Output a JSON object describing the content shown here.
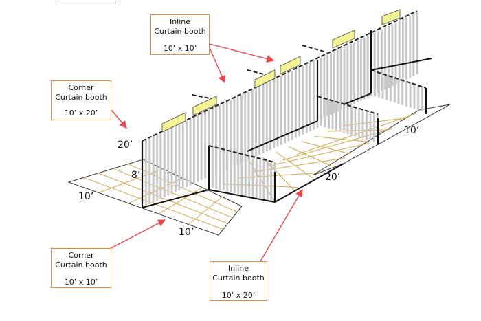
{
  "callouts": {
    "inline_top": {
      "line1": "Inline",
      "line2": "Curtain booth",
      "size": "10’ x 10’"
    },
    "corner_left": {
      "line1": "Corner",
      "line2": "Curtain booth",
      "size": "10’ x 20’"
    },
    "corner_bottom": {
      "line1": "Corner",
      "line2": "Curtain booth",
      "size": "10’ x 10’"
    },
    "inline_bottom": {
      "line1": "Inline",
      "line2": "Curtain booth",
      "size": "10’ x 20’"
    }
  },
  "dimensions": {
    "height_20": "20’",
    "height_8": "8’",
    "left_10": "10’",
    "bottom_10": "10’",
    "aisle_20": "20’",
    "right_10": "10’"
  },
  "colors": {
    "callout_border": "#e58a3a",
    "arrow": "#e8474a",
    "grid_line": "#d4a64a",
    "curtain": "#c8c8c8",
    "sign": "#f3f396"
  }
}
